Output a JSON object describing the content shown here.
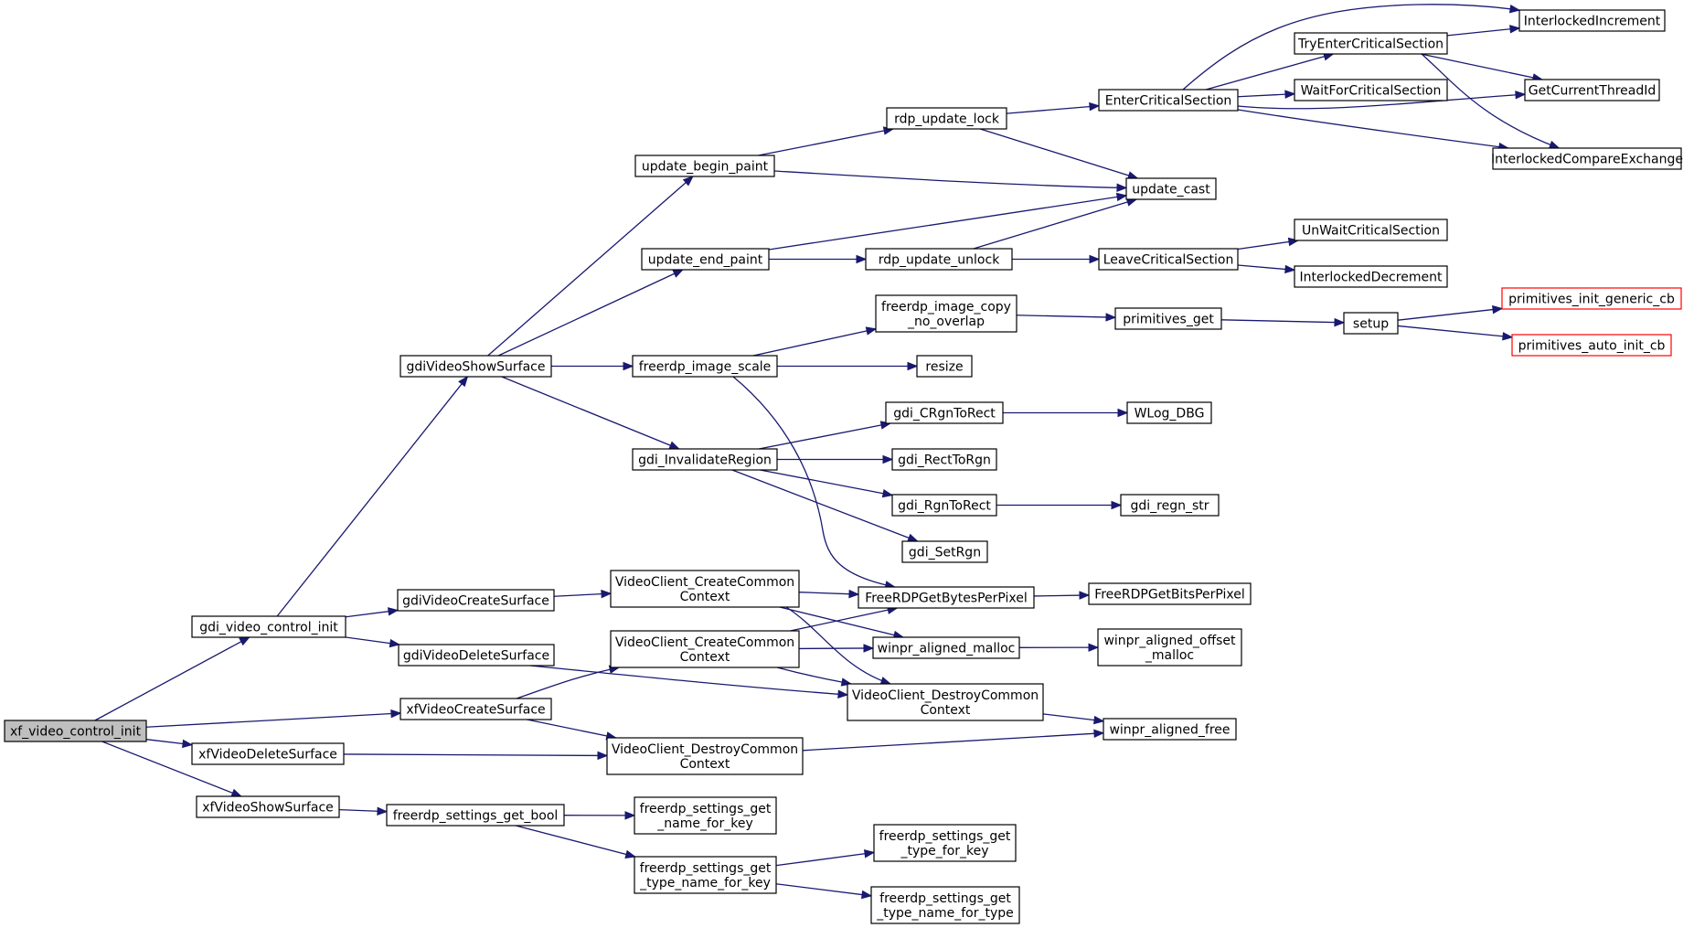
{
  "colors": {
    "edge": "#191970",
    "node_border": "#000000",
    "node_fill": "#ffffff",
    "root_fill": "#bfbfbf",
    "truncated_border": "#ff0000"
  },
  "nodes": [
    {
      "id": "xf_video_control_init",
      "lines": [
        "xf_video_control_init"
      ],
      "style": "root"
    },
    {
      "id": "gdi_video_control_init",
      "lines": [
        "gdi_video_control_init"
      ]
    },
    {
      "id": "xfVideoDeleteSurface",
      "lines": [
        "xfVideoDeleteSurface"
      ]
    },
    {
      "id": "xfVideoShowSurface",
      "lines": [
        "xfVideoShowSurface"
      ]
    },
    {
      "id": "gdiVideoShowSurface",
      "lines": [
        "gdiVideoShowSurface"
      ]
    },
    {
      "id": "gdiVideoCreateSurface",
      "lines": [
        "gdiVideoCreateSurface"
      ]
    },
    {
      "id": "gdiVideoDeleteSurface",
      "lines": [
        "gdiVideoDeleteSurface"
      ]
    },
    {
      "id": "xfVideoCreateSurface",
      "lines": [
        "xfVideoCreateSurface"
      ]
    },
    {
      "id": "freerdp_settings_get_bool",
      "lines": [
        "freerdp_settings_get_bool"
      ]
    },
    {
      "id": "update_begin_paint",
      "lines": [
        "update_begin_paint"
      ]
    },
    {
      "id": "update_end_paint",
      "lines": [
        "update_end_paint"
      ]
    },
    {
      "id": "freerdp_image_scale",
      "lines": [
        "freerdp_image_scale"
      ]
    },
    {
      "id": "gdi_InvalidateRegion",
      "lines": [
        "gdi_InvalidateRegion"
      ]
    },
    {
      "id": "VideoClient_CreateCommonContext_a",
      "lines": [
        "VideoClient_CreateCommon",
        "Context"
      ]
    },
    {
      "id": "VideoClient_CreateCommonContext_b",
      "lines": [
        "VideoClient_CreateCommon",
        "Context"
      ]
    },
    {
      "id": "VideoClient_DestroyCommonContext_b",
      "lines": [
        "VideoClient_DestroyCommon",
        "Context"
      ]
    },
    {
      "id": "freerdp_settings_get_name_for_key",
      "lines": [
        "freerdp_settings_get",
        "_name_for_key"
      ]
    },
    {
      "id": "freerdp_settings_get_type_name_for_key",
      "lines": [
        "freerdp_settings_get",
        "_type_name_for_key"
      ]
    },
    {
      "id": "rdp_update_lock",
      "lines": [
        "rdp_update_lock"
      ]
    },
    {
      "id": "rdp_update_unlock",
      "lines": [
        "rdp_update_unlock"
      ]
    },
    {
      "id": "freerdp_image_copy_no_overlap",
      "lines": [
        "freerdp_image_copy",
        "_no_overlap"
      ]
    },
    {
      "id": "resize",
      "lines": [
        "resize"
      ]
    },
    {
      "id": "gdi_CRgnToRect",
      "lines": [
        "gdi_CRgnToRect"
      ]
    },
    {
      "id": "gdi_RectToRgn",
      "lines": [
        "gdi_RectToRgn"
      ]
    },
    {
      "id": "gdi_RgnToRect",
      "lines": [
        "gdi_RgnToRect"
      ]
    },
    {
      "id": "gdi_SetRgn",
      "lines": [
        "gdi_SetRgn"
      ]
    },
    {
      "id": "FreeRDPGetBytesPerPixel",
      "lines": [
        "FreeRDPGetBytesPerPixel"
      ]
    },
    {
      "id": "winpr_aligned_malloc",
      "lines": [
        "winpr_aligned_malloc"
      ]
    },
    {
      "id": "VideoClient_DestroyCommonContext_a",
      "lines": [
        "VideoClient_DestroyCommon",
        "Context"
      ]
    },
    {
      "id": "freerdp_settings_get_type_for_key",
      "lines": [
        "freerdp_settings_get",
        "_type_for_key"
      ]
    },
    {
      "id": "freerdp_settings_get_type_name_for_type",
      "lines": [
        "freerdp_settings_get",
        "_type_name_for_type"
      ]
    },
    {
      "id": "EnterCriticalSection",
      "lines": [
        "EnterCriticalSection"
      ]
    },
    {
      "id": "update_cast",
      "lines": [
        "update_cast"
      ]
    },
    {
      "id": "LeaveCriticalSection",
      "lines": [
        "LeaveCriticalSection"
      ]
    },
    {
      "id": "primitives_get",
      "lines": [
        "primitives_get"
      ]
    },
    {
      "id": "WLog_DBG",
      "lines": [
        "WLog_DBG"
      ]
    },
    {
      "id": "gdi_regn_str",
      "lines": [
        "gdi_regn_str"
      ]
    },
    {
      "id": "FreeRDPGetBitsPerPixel",
      "lines": [
        "FreeRDPGetBitsPerPixel"
      ]
    },
    {
      "id": "winpr_aligned_offset_malloc",
      "lines": [
        "winpr_aligned_offset",
        "_malloc"
      ]
    },
    {
      "id": "winpr_aligned_free",
      "lines": [
        "winpr_aligned_free"
      ]
    },
    {
      "id": "TryEnterCriticalSection",
      "lines": [
        "TryEnterCriticalSection"
      ]
    },
    {
      "id": "WaitForCriticalSection",
      "lines": [
        "WaitForCriticalSection"
      ]
    },
    {
      "id": "UnWaitCriticalSection",
      "lines": [
        "UnWaitCriticalSection"
      ]
    },
    {
      "id": "InterlockedDecrement",
      "lines": [
        "InterlockedDecrement"
      ]
    },
    {
      "id": "setup",
      "lines": [
        "setup"
      ]
    },
    {
      "id": "InterlockedIncrement",
      "lines": [
        "InterlockedIncrement"
      ]
    },
    {
      "id": "GetCurrentThreadId",
      "lines": [
        "GetCurrentThreadId"
      ]
    },
    {
      "id": "InterlockedCompareExchange",
      "lines": [
        "InterlockedCompareExchange"
      ]
    },
    {
      "id": "primitives_init_generic_cb",
      "lines": [
        "primitives_init_generic_cb"
      ],
      "style": "truncated"
    },
    {
      "id": "primitives_auto_init_cb",
      "lines": [
        "primitives_auto_init_cb"
      ],
      "style": "truncated"
    }
  ],
  "edges": [
    [
      "xf_video_control_init",
      "gdi_video_control_init"
    ],
    [
      "xf_video_control_init",
      "xfVideoCreateSurface"
    ],
    [
      "xf_video_control_init",
      "xfVideoDeleteSurface"
    ],
    [
      "xf_video_control_init",
      "xfVideoShowSurface"
    ],
    [
      "gdi_video_control_init",
      "gdiVideoShowSurface"
    ],
    [
      "gdi_video_control_init",
      "gdiVideoCreateSurface"
    ],
    [
      "gdi_video_control_init",
      "gdiVideoDeleteSurface"
    ],
    [
      "gdiVideoShowSurface",
      "update_begin_paint"
    ],
    [
      "gdiVideoShowSurface",
      "update_end_paint"
    ],
    [
      "gdiVideoShowSurface",
      "freerdp_image_scale"
    ],
    [
      "gdiVideoShowSurface",
      "gdi_InvalidateRegion"
    ],
    [
      "gdiVideoCreateSurface",
      "VideoClient_CreateCommonContext_a"
    ],
    [
      "gdiVideoDeleteSurface",
      "VideoClient_DestroyCommonContext_a"
    ],
    [
      "xfVideoCreateSurface",
      "VideoClient_CreateCommonContext_b"
    ],
    [
      "xfVideoCreateSurface",
      "VideoClient_DestroyCommonContext_b"
    ],
    [
      "xfVideoDeleteSurface",
      "VideoClient_DestroyCommonContext_b"
    ],
    [
      "xfVideoShowSurface",
      "freerdp_settings_get_bool"
    ],
    [
      "freerdp_settings_get_bool",
      "freerdp_settings_get_name_for_key"
    ],
    [
      "freerdp_settings_get_bool",
      "freerdp_settings_get_type_name_for_key"
    ],
    [
      "freerdp_settings_get_type_name_for_key",
      "freerdp_settings_get_type_for_key"
    ],
    [
      "freerdp_settings_get_type_name_for_key",
      "freerdp_settings_get_type_name_for_type"
    ],
    [
      "update_begin_paint",
      "rdp_update_lock"
    ],
    [
      "update_begin_paint",
      "update_cast"
    ],
    [
      "update_end_paint",
      "update_cast"
    ],
    [
      "update_end_paint",
      "rdp_update_unlock"
    ],
    [
      "rdp_update_lock",
      "EnterCriticalSection"
    ],
    [
      "rdp_update_lock",
      "update_cast"
    ],
    [
      "rdp_update_unlock",
      "update_cast"
    ],
    [
      "rdp_update_unlock",
      "LeaveCriticalSection"
    ],
    [
      "freerdp_image_scale",
      "freerdp_image_copy_no_overlap"
    ],
    [
      "freerdp_image_scale",
      "resize"
    ],
    [
      "freerdp_image_scale",
      "FreeRDPGetBytesPerPixel"
    ],
    [
      "freerdp_image_copy_no_overlap",
      "primitives_get"
    ],
    [
      "primitives_get",
      "setup"
    ],
    [
      "setup",
      "primitives_init_generic_cb"
    ],
    [
      "setup",
      "primitives_auto_init_cb"
    ],
    [
      "gdi_InvalidateRegion",
      "gdi_CRgnToRect"
    ],
    [
      "gdi_InvalidateRegion",
      "gdi_RectToRgn"
    ],
    [
      "gdi_InvalidateRegion",
      "gdi_RgnToRect"
    ],
    [
      "gdi_InvalidateRegion",
      "gdi_SetRgn"
    ],
    [
      "gdi_CRgnToRect",
      "WLog_DBG"
    ],
    [
      "gdi_RgnToRect",
      "gdi_regn_str"
    ],
    [
      "VideoClient_CreateCommonContext_a",
      "FreeRDPGetBytesPerPixel"
    ],
    [
      "VideoClient_CreateCommonContext_a",
      "winpr_aligned_malloc"
    ],
    [
      "VideoClient_CreateCommonContext_a",
      "VideoClient_DestroyCommonContext_a"
    ],
    [
      "VideoClient_CreateCommonContext_b",
      "FreeRDPGetBytesPerPixel"
    ],
    [
      "VideoClient_CreateCommonContext_b",
      "winpr_aligned_malloc"
    ],
    [
      "VideoClient_CreateCommonContext_b",
      "VideoClient_DestroyCommonContext_a"
    ],
    [
      "FreeRDPGetBytesPerPixel",
      "FreeRDPGetBitsPerPixel"
    ],
    [
      "winpr_aligned_malloc",
      "winpr_aligned_offset_malloc"
    ],
    [
      "VideoClient_DestroyCommonContext_a",
      "winpr_aligned_free"
    ],
    [
      "VideoClient_DestroyCommonContext_b",
      "winpr_aligned_free"
    ],
    [
      "EnterCriticalSection",
      "TryEnterCriticalSection"
    ],
    [
      "EnterCriticalSection",
      "WaitForCriticalSection"
    ],
    [
      "EnterCriticalSection",
      "InterlockedIncrement"
    ],
    [
      "EnterCriticalSection",
      "GetCurrentThreadId"
    ],
    [
      "EnterCriticalSection",
      "InterlockedCompareExchange"
    ],
    [
      "TryEnterCriticalSection",
      "InterlockedIncrement"
    ],
    [
      "TryEnterCriticalSection",
      "GetCurrentThreadId"
    ],
    [
      "TryEnterCriticalSection",
      "InterlockedCompareExchange"
    ],
    [
      "LeaveCriticalSection",
      "UnWaitCriticalSection"
    ],
    [
      "LeaveCriticalSection",
      "InterlockedDecrement"
    ]
  ]
}
